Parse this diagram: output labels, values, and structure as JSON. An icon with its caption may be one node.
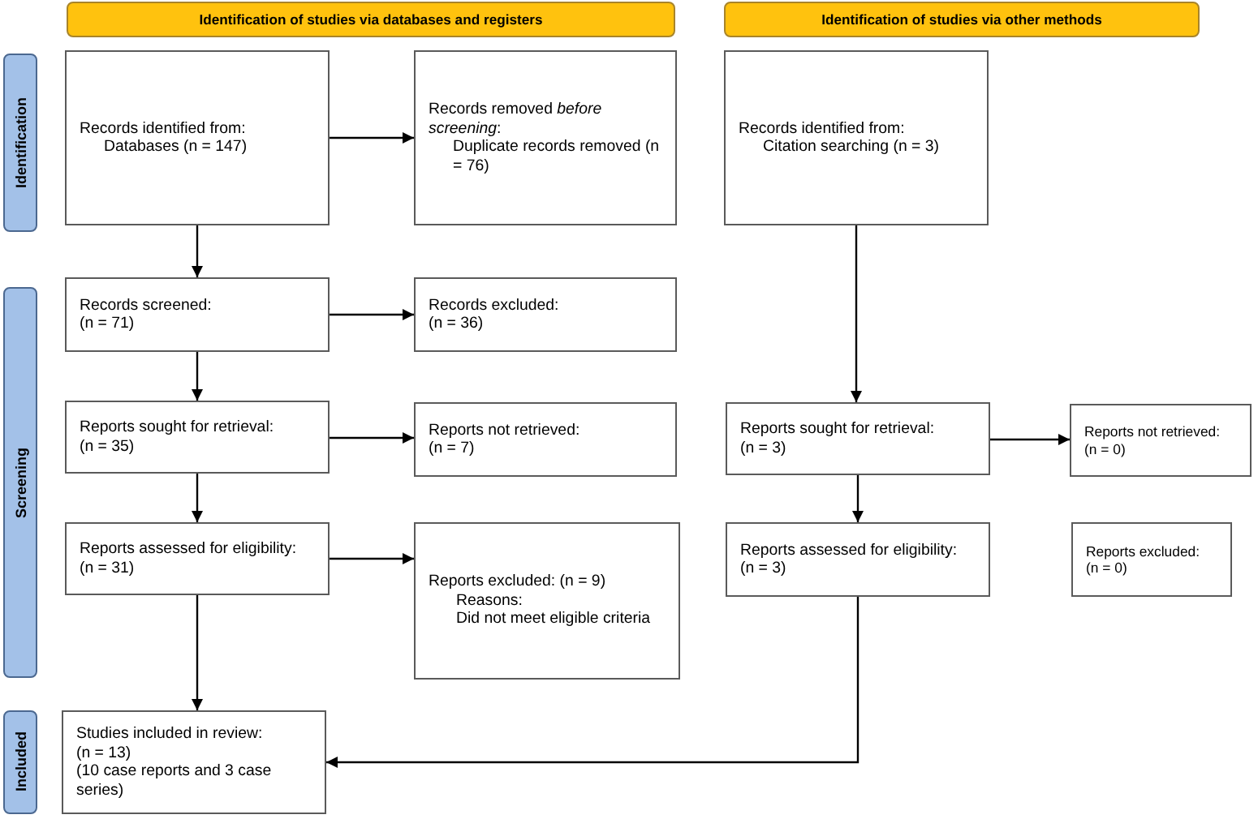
{
  "diagram": {
    "nodes": [
      {
        "text": [
          "Identification of studies via databases and registers"
        ]
      },
      {
        "text": [
          "Identification of studies via other methods"
        ]
      },
      {
        "text": [
          "Identification"
        ]
      },
      {
        "text": [
          "Records identified from:",
          "Databases (n = 147)"
        ]
      },
      {
        "text": [
          "Records removed *before screening*:",
          "Duplicate records removed (n = 76)"
        ]
      },
      {
        "text": [
          "Records identified from:",
          "Citation searching (n = 3)"
        ]
      },
      {
        "text": [
          "Screening"
        ]
      },
      {
        "text": [
          "Records screened:",
          "(n = 71)"
        ]
      },
      {
        "text": [
          "Records excluded:",
          "(n = 36)"
        ]
      },
      {
        "text": [
          "Reports sought for retrieval:",
          "(n = 35)"
        ]
      },
      {
        "text": [
          "Reports not retrieved:",
          "(n = 7)"
        ]
      },
      {
        "text": [
          "Reports sought for retrieval:",
          "(n = 3)"
        ]
      },
      {
        "text": [
          "Reports not retrieved:",
          "(n = 0)"
        ]
      },
      {
        "text": [
          "Reports assessed for eligibility:",
          "(n = 31)"
        ]
      },
      {
        "text": [
          "Reports excluded: (n = 9)",
          "Reasons:",
          "Did not meet eligible criteria"
        ]
      },
      {
        "text": [
          "Reports assessed for eligibility:",
          "(n = 3)"
        ]
      },
      {
        "text": [
          "Reports excluded:",
          "(n = 0)"
        ]
      },
      {
        "text": [
          "Included"
        ]
      },
      {
        "text": [
          "Studies included in review:",
          "(n = 13)",
          "(10 case reports and 3 case series)"
        ]
      }
    ],
    "edges": [
      {
        "from": 3,
        "to": 4,
        "arrow": "to"
      },
      {
        "from": 3,
        "to": 7,
        "arrow": "to"
      },
      {
        "from": 7,
        "to": 8,
        "arrow": "to"
      },
      {
        "from": 7,
        "to": 9,
        "arrow": "to"
      },
      {
        "from": 9,
        "to": 10,
        "arrow": "to"
      },
      {
        "from": 9,
        "to": 13,
        "arrow": "to"
      },
      {
        "from": 13,
        "to": 14,
        "arrow": "to"
      },
      {
        "from": 13,
        "to": 18,
        "arrow": "to"
      },
      {
        "from": 5,
        "to": 11,
        "arrow": "to"
      },
      {
        "from": 11,
        "to": 12,
        "arrow": "to"
      },
      {
        "from": 11,
        "to": 15,
        "arrow": "to"
      },
      {
        "from": 15,
        "to": 18,
        "arrow": "to"
      }
    ]
  }
}
